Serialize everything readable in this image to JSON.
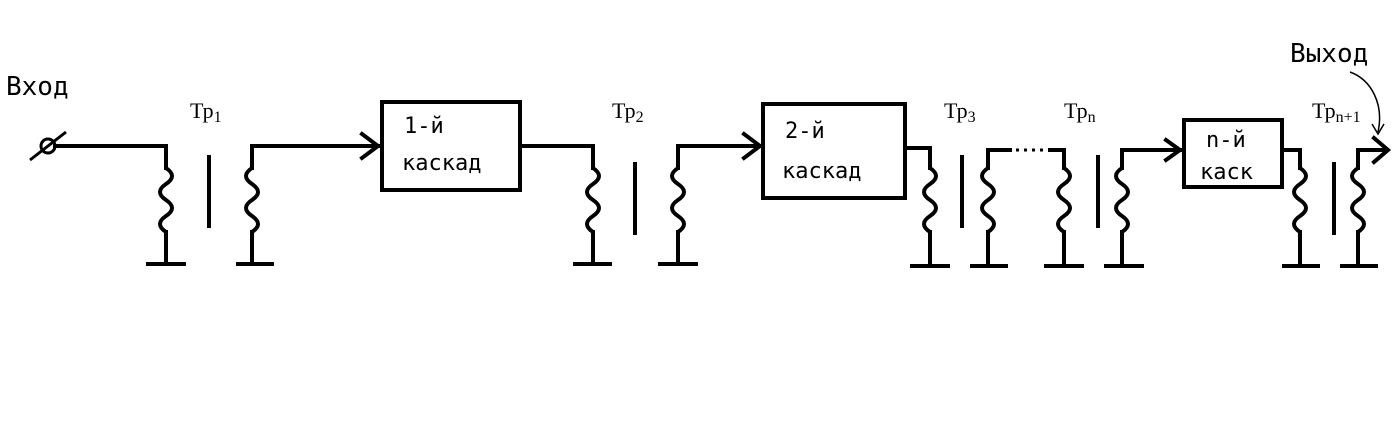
{
  "input_label": "Вход",
  "output_label": "Выход",
  "stages": [
    {
      "line1": "1-й",
      "line2": "каскад"
    },
    {
      "line1": "2-й",
      "line2": "каскад"
    },
    {
      "line1": "n-й",
      "line2": "каск"
    }
  ],
  "transformers": [
    {
      "base": "Тр",
      "sub": "1"
    },
    {
      "base": "Тр",
      "sub": "2"
    },
    {
      "base": "Тр",
      "sub": "3"
    },
    {
      "base": "Тр",
      "sub": "n"
    },
    {
      "base": "Тр",
      "sub": "n+1"
    }
  ]
}
